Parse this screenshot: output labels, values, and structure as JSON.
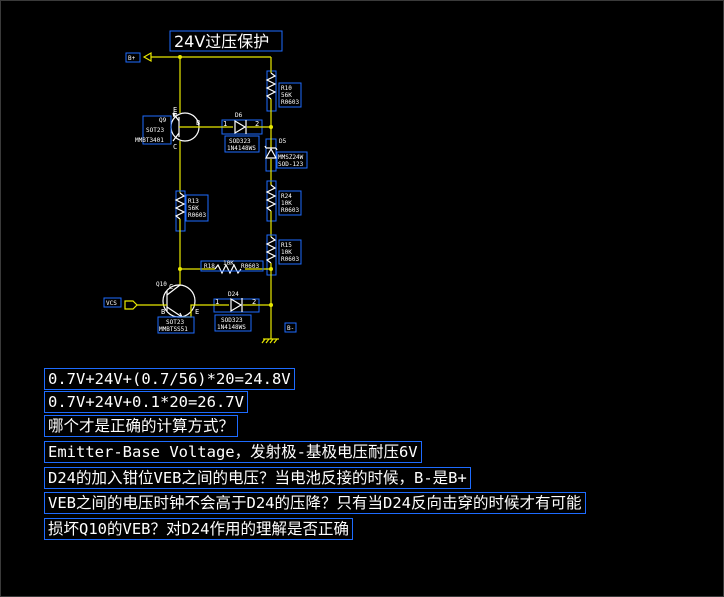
{
  "title": "24V过压保护",
  "nets": {
    "bplus": "B+",
    "bminus": "B-",
    "vcs": "VCS"
  },
  "components": {
    "r10": {
      "ref": "R10",
      "value": "56K",
      "pkg": "R0603"
    },
    "q9": {
      "ref": "Q9",
      "pkg": "SOT23",
      "part": "MMBT3401",
      "pin_e": "E",
      "pin_b": "B",
      "pin_c": "C"
    },
    "d6": {
      "ref": "D6",
      "pkg": "SOD323",
      "part": "1N4148WS",
      "pin1": "1",
      "pin2": "2"
    },
    "d5": {
      "ref": "D5",
      "part": "MMSZ24W",
      "pkg": "SOD-123"
    },
    "r13": {
      "ref": "R13",
      "value": "56K",
      "pkg": "R0603"
    },
    "r24": {
      "ref": "R24",
      "value": "10K",
      "pkg": "R0603"
    },
    "r15": {
      "ref": "R15",
      "value": "10K",
      "pkg": "R0603"
    },
    "r18": {
      "ref": "R18",
      "value": "10K",
      "pkg": "R0603"
    },
    "q10": {
      "ref": "Q10",
      "pkg": "SOT23",
      "part": "MMBTSS51",
      "pin_b": "B",
      "pin_c": "C",
      "pin_e": "E"
    },
    "d24": {
      "ref": "D24",
      "pkg": "SOD323",
      "part": "1N4148WS",
      "pin1": "1",
      "pin2": "2"
    }
  },
  "notes": [
    "0.7V+24V+(0.7/56)*20=24.8V",
    "0.7V+24V+0.1*20=26.7V",
    "哪个才是正确的计算方式？",
    "Emitter-Base Voltage，发射极-基极电压耐压6V",
    "D24的加入钳位VEB之间的电压？当电池反接的时候，B-是B+",
    "VEB之间的电压时钟不会高于D24的压降？只有当D24反向击穿的时候才有可能",
    "损坏Q10的VEB？对D24作用的理解是否正确"
  ],
  "colors": {
    "background": "#000000",
    "wire": "#e8e800",
    "symbol": "#ffffff",
    "selection": "#1e6cff"
  }
}
